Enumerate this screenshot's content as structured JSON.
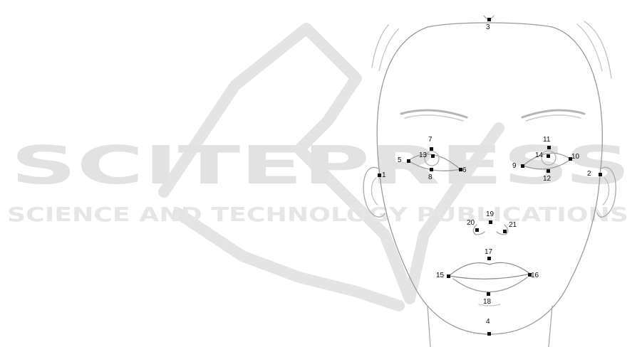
{
  "watermark": {
    "title": "SCITEPRESS",
    "subtitle": "SCIENCE AND TECHNOLOGY PUBLICATIONS",
    "color": "#e2e2e2"
  },
  "colors": {
    "sketch": "#9a9a9a",
    "sketch_light": "#c4c4c4",
    "marker": "#111111"
  },
  "landmarks": [
    "1",
    "2",
    "3",
    "4",
    "5",
    "6",
    "7",
    "8",
    "9",
    "10",
    "11",
    "12",
    "13",
    "14",
    "15",
    "16",
    "17",
    "18",
    "19",
    "20",
    "21"
  ]
}
